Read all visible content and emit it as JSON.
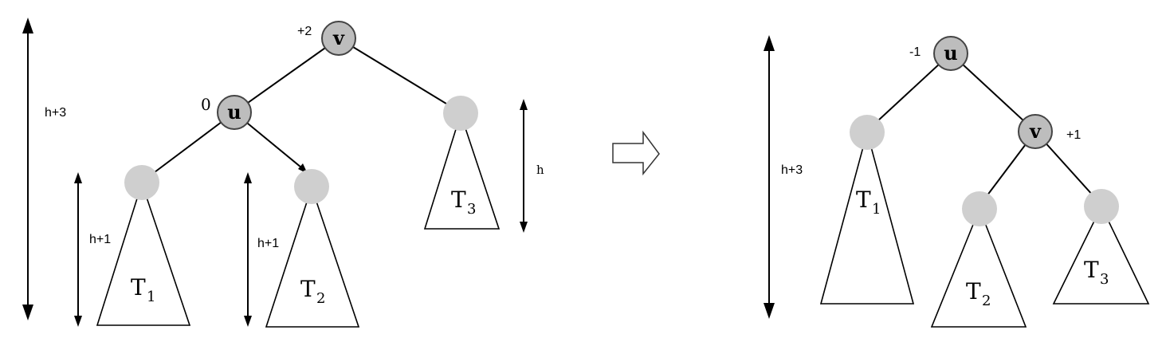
{
  "left_tree": {
    "root": {
      "label": "v",
      "balance": "+2"
    },
    "left_child": {
      "label": "u",
      "balance": "0"
    },
    "subtrees": [
      {
        "name": "T",
        "sub": "1",
        "height": "h+1"
      },
      {
        "name": "T",
        "sub": "2",
        "height": "h+1"
      },
      {
        "name": "T",
        "sub": "3",
        "height": "h"
      }
    ],
    "total_height": "h+3"
  },
  "right_tree": {
    "root": {
      "label": "u",
      "balance": "-1"
    },
    "right_child": {
      "label": "v",
      "balance": "+1"
    },
    "subtrees": [
      {
        "name": "T",
        "sub": "1"
      },
      {
        "name": "T",
        "sub": "2"
      },
      {
        "name": "T",
        "sub": "3"
      }
    ],
    "total_height": "h+3"
  },
  "colors": {
    "node_fill": "#cfcfcf",
    "line": "#000000"
  }
}
